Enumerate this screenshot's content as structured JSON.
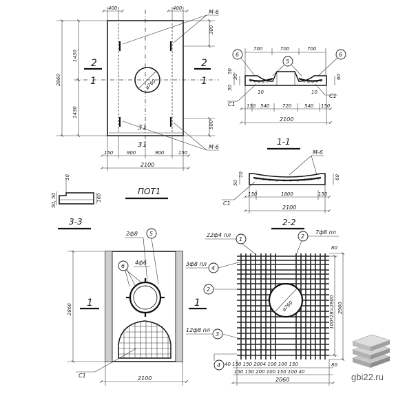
{
  "plan": {
    "top_dim_left": "400",
    "top_dim_right": "400",
    "mark_top": "М-6",
    "mark_bottom": "М-6",
    "dim_300": "300",
    "dim_500": "500",
    "dim_1430_top": "1430",
    "dim_1430_bottom": "1430",
    "dim_2860": "2860",
    "label_2_left": "2",
    "label_2_right": "2",
    "label_1_left": "1",
    "label_1_right": "1",
    "label_3_top": "3",
    "label_3_bottom": "3",
    "hole_dia": "ø760",
    "dim_150_left": "150",
    "dim_900_left": "900",
    "dim_900_right": "900",
    "dim_150_right": "150",
    "dim_2100": "2100",
    "title": "ПОТ1"
  },
  "section11": {
    "title": "1-1",
    "dim_700_a": "700",
    "dim_700_b": "700",
    "dim_700_c": "700",
    "callout_6_left": "6",
    "callout_6_right": "6",
    "callout_5": "5",
    "dim_50_a": "50",
    "dim_30": "30",
    "dim_60_r": "60",
    "dim_50_b": "50",
    "dim_10_a": "10",
    "dim_10_b": "10",
    "label_c1_left": "С1",
    "label_c1_right": "С1",
    "dim_150_a": "150",
    "dim_540_a": "540",
    "dim_720": "720",
    "dim_540_b": "540",
    "dim_150_b": "150",
    "dim_2100": "2100"
  },
  "section22": {
    "title": "2-2",
    "mark": "М-6",
    "dim_50_left": "50",
    "dim_10_left": "10",
    "dim_60": "60",
    "label_c1": "С1",
    "dim_150_a": "150",
    "dim_1800": "1800",
    "dim_150_b": "150",
    "dim_2100": "2100"
  },
  "section33": {
    "title": "3-3",
    "dim_10": "10",
    "dim_50_50": "50, 50",
    "dim_160": "160"
  },
  "elevation": {
    "callout_2fi8": "2ф8",
    "callout_5": "5",
    "callout_6": "6",
    "callout_4fi6": "4ф6",
    "label_1": "1",
    "dim_2860": "2860",
    "dim_2100": "2100",
    "label_c1": "С1"
  },
  "mesh": {
    "label_22fi4": "22ф4 пл",
    "callout_1": "1",
    "callout_2_top": "2",
    "label_7fi8": "7ф8 пл",
    "label_3fi8": "3ф8 пл",
    "callout_4_top": "4",
    "callout_2_mid": "2",
    "label_1": "1",
    "hole_dia": "ø760",
    "dim_80_top": "80",
    "dim_spacing": "100*28=2800",
    "dim_2960": "2960",
    "label_12fi8": "12ф8 пл",
    "callout_3": "3",
    "dim_80_bottom": "80",
    "callout_4_bottom": "4",
    "dims_bottom_1": "40  150  150  2004  100  100  150",
    "dims_bottom_2": "150  150  200  100  150  100  40",
    "dim_2060": "2060"
  },
  "watermark": {
    "site": "gbi22.ru"
  }
}
